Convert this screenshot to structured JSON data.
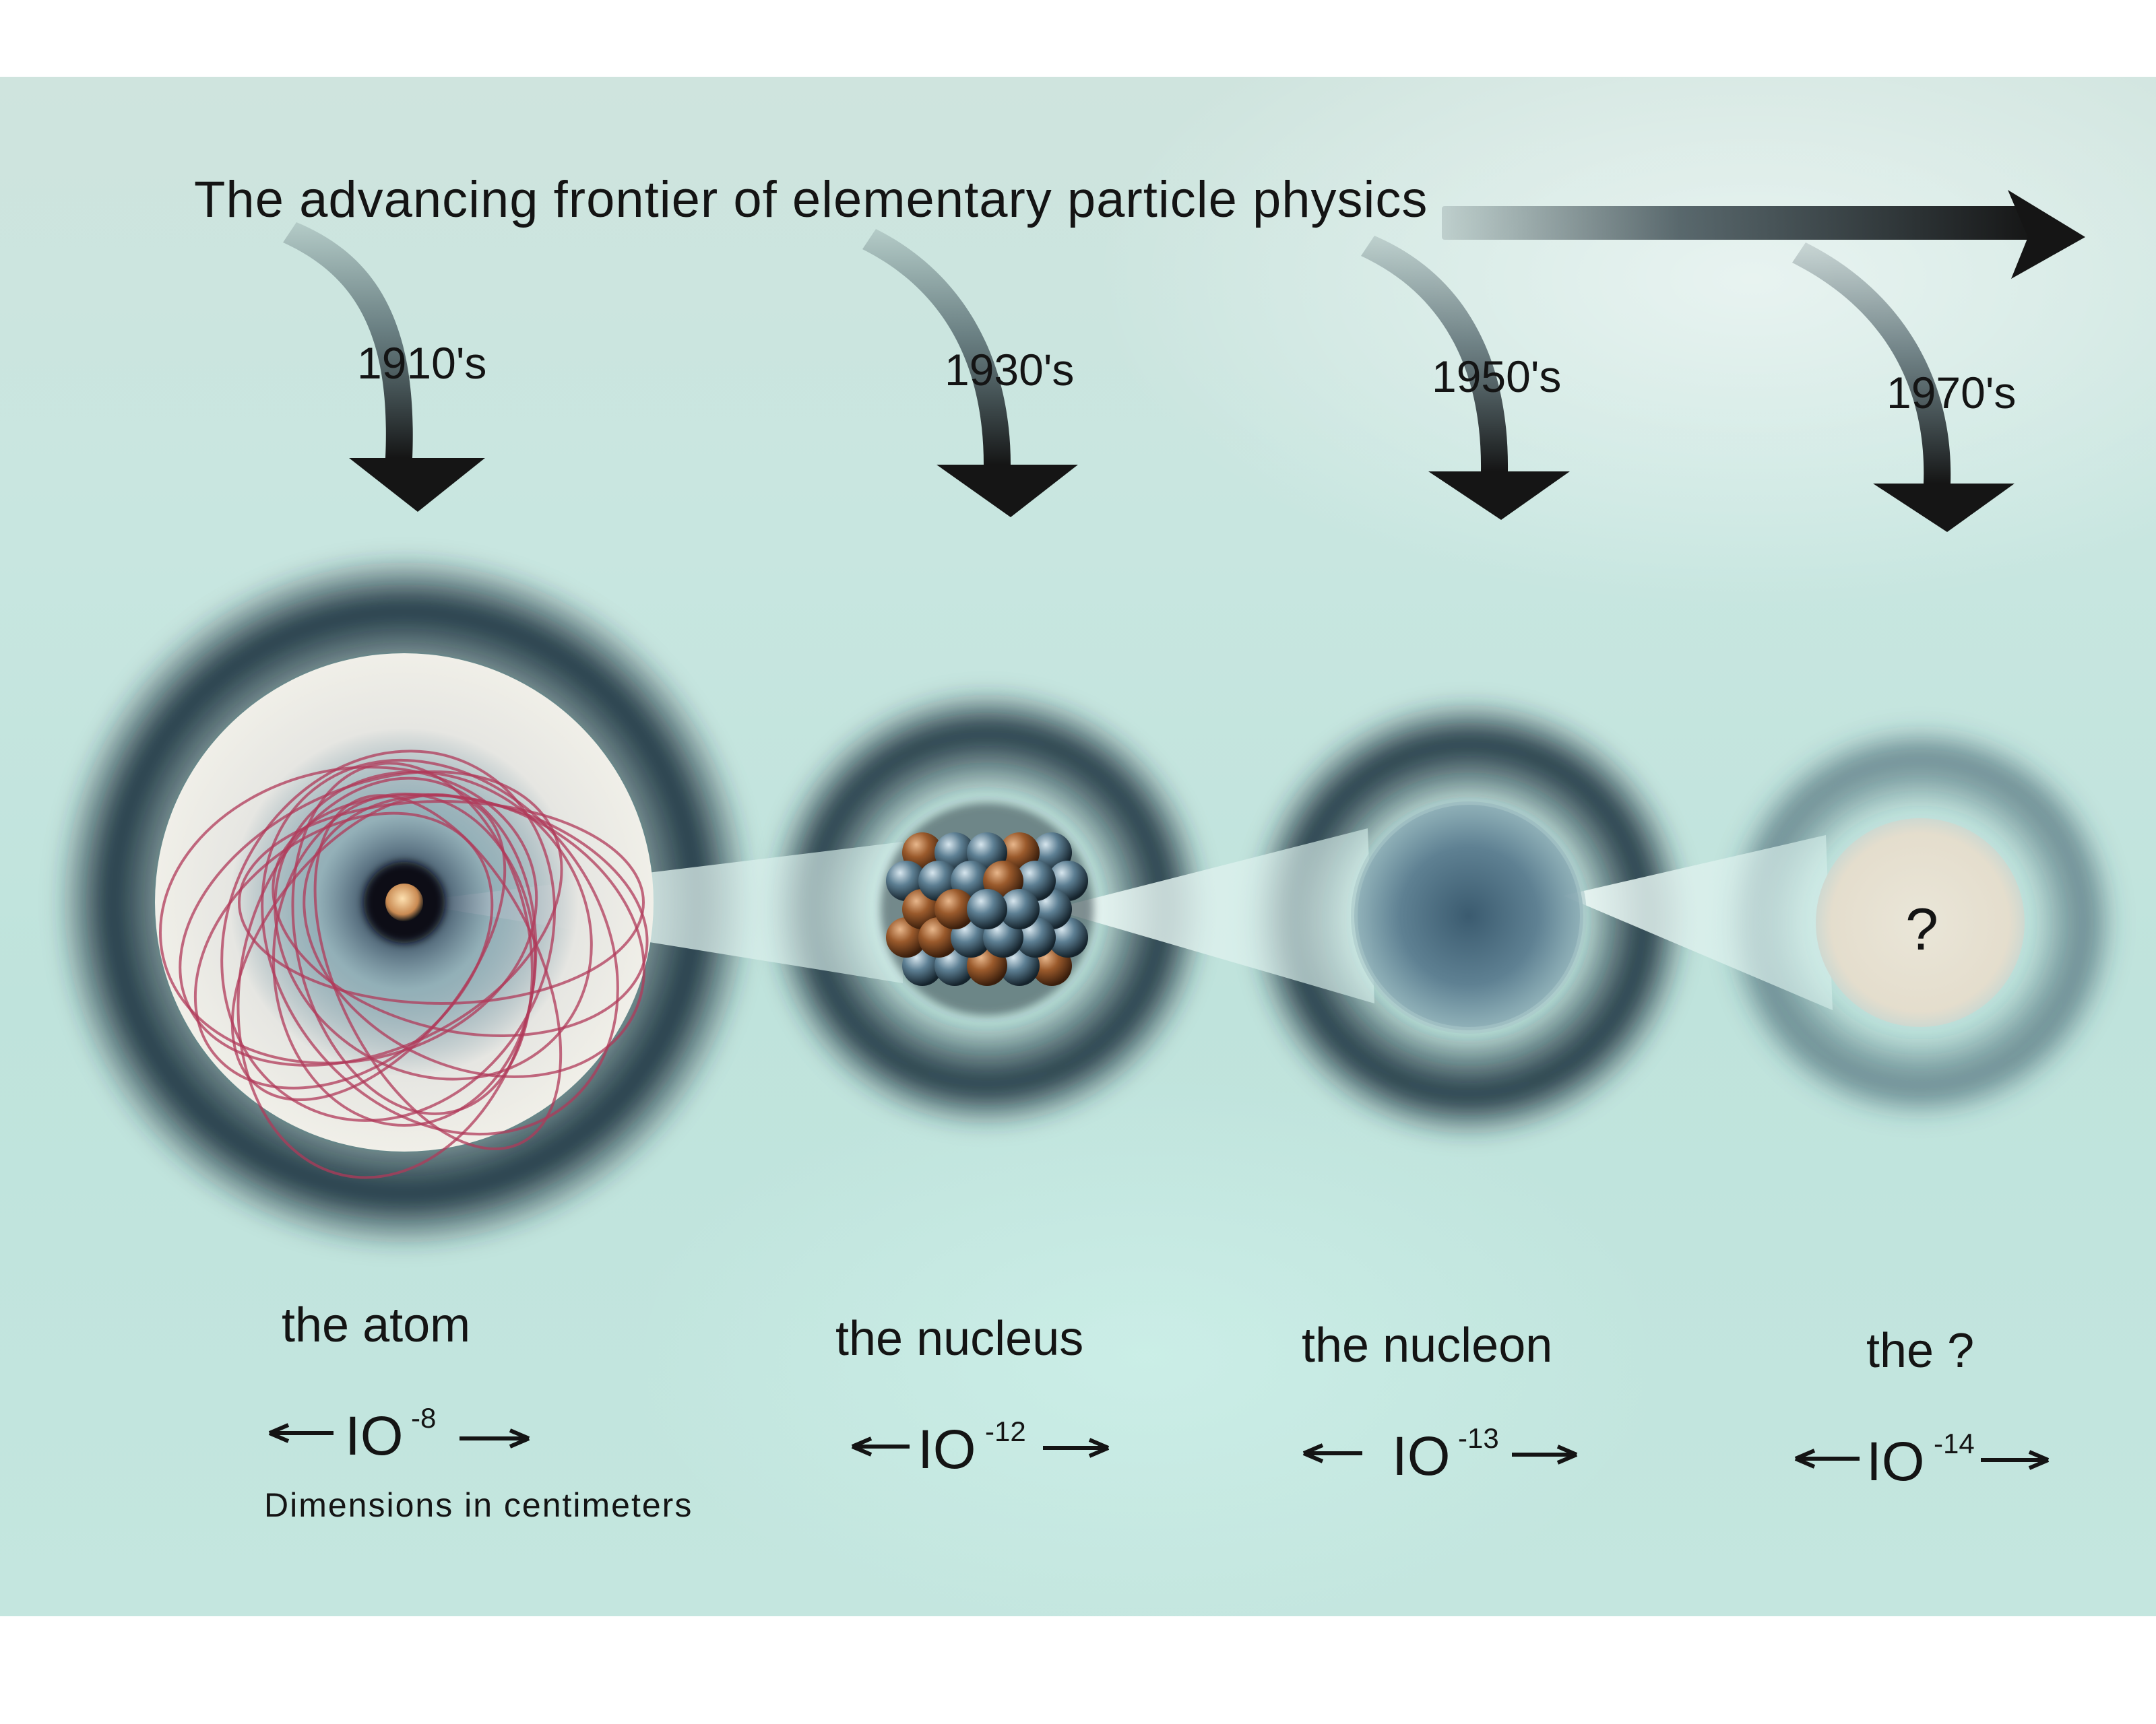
{
  "title": "The advancing frontier of elementary particle physics",
  "eras": [
    "1910's",
    "1930's",
    "1950's",
    "1970's"
  ],
  "objects": [
    {
      "label": "the atom",
      "scale_base": "IO",
      "scale_exponent": "-8"
    },
    {
      "label": "the nucleus",
      "scale_base": "IO",
      "scale_exponent": "-12"
    },
    {
      "label": "the nucleon",
      "scale_base": "IO",
      "scale_exponent": "-13"
    },
    {
      "label": "the ?",
      "scale_base": "IO",
      "scale_exponent": "-14"
    }
  ],
  "unknown_marker": "?",
  "dimensions_note": "Dimensions in centimeters",
  "colors": {
    "background": "#c6e5de",
    "halo": "#1b2f3c",
    "orbit": "#b03a5a",
    "proton": "#9a5a2c",
    "neutron": "#5d7f93",
    "arrow": "#151515"
  }
}
